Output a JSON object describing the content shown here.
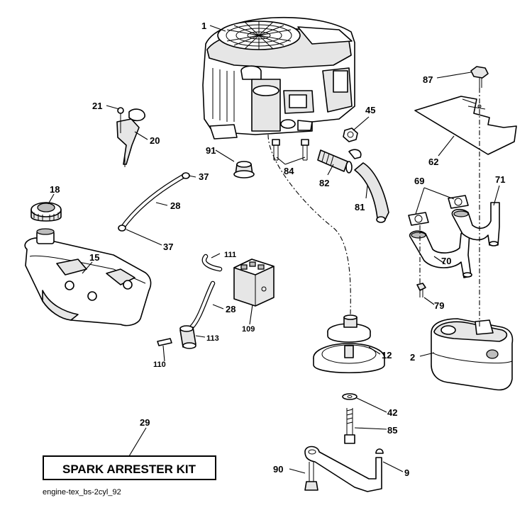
{
  "diagram": {
    "callouts": {
      "engine": "1",
      "muffler": "2",
      "drive_rod": "9",
      "pulley": "12",
      "fuel_tank": "15",
      "fuel_cap": "18",
      "bracket": "20",
      "screw": "21",
      "hose_top": "28",
      "hose_filter": "28",
      "spark_kit": "29",
      "clamp_upper": "37",
      "clamp_lower": "37",
      "washer": "42",
      "nut": "45",
      "heat_shield": "62",
      "gaskets": "69",
      "exhaust_pipe_left": "70",
      "exhaust_pipe_right": "71",
      "pipe_bolt": "79",
      "oil_drain_hose": "81",
      "drain_valve": "82",
      "engine_bolts": "84",
      "pulley_bolt": "85",
      "shield_screw": "87",
      "rod_bolt": "90",
      "oil_fill_cap": "91",
      "fuel_pump": "109",
      "fitting": "110",
      "vacuum_line": "111",
      "fuel_filter": "113"
    },
    "spark_arrester_label": "SPARK ARRESTER KIT",
    "footer_code": "engine-tex_bs-2cyl_92"
  }
}
